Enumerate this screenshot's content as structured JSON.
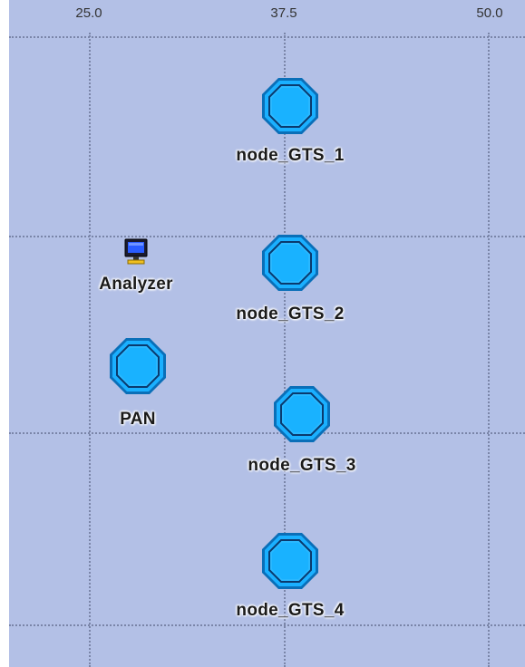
{
  "ruler": {
    "ticks": [
      "25.0",
      "37.5",
      "50.0"
    ]
  },
  "nodes": [
    {
      "id": "node_gts_1",
      "label": "node_GTS_1",
      "icon": "octagon-node-icon"
    },
    {
      "id": "node_gts_2",
      "label": "node_GTS_2",
      "icon": "octagon-node-icon"
    },
    {
      "id": "pan",
      "label": "PAN",
      "icon": "octagon-node-icon"
    },
    {
      "id": "node_gts_3",
      "label": "node_GTS_3",
      "icon": "octagon-node-icon"
    },
    {
      "id": "node_gts_4",
      "label": "node_GTS_4",
      "icon": "octagon-node-icon"
    }
  ],
  "analyzer": {
    "label": "Analyzer",
    "icon": "monitor-icon"
  },
  "colors": {
    "workspace": "#b3c0e6",
    "grid": "#7a85a8",
    "node_fill": "#1ab0ff",
    "node_border": "#0078c8",
    "node_inner": "#0a3a6e"
  }
}
